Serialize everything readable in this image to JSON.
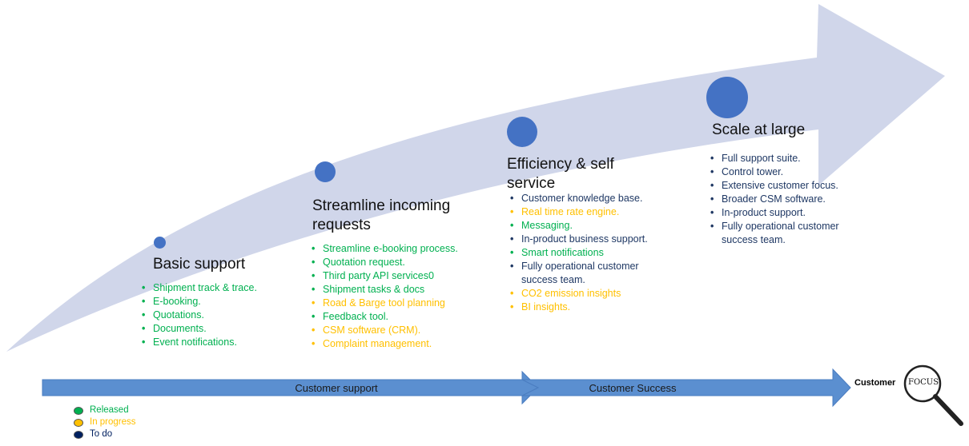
{
  "stages": [
    {
      "title": "Basic support",
      "items": [
        {
          "text": "Shipment track & trace.",
          "status": "released"
        },
        {
          "text": "E-booking.",
          "status": "released"
        },
        {
          "text": "Quotations.",
          "status": "released"
        },
        {
          "text": "Documents.",
          "status": "released"
        },
        {
          "text": "Event notifications.",
          "status": "released"
        }
      ]
    },
    {
      "title": "Streamline incoming requests",
      "title_line1": "Streamline incoming",
      "title_line2": "requests",
      "items": [
        {
          "text": "Streamline e-booking process.",
          "status": "released"
        },
        {
          "text": "Quotation request.",
          "status": "released"
        },
        {
          "text": "Third party API services0",
          "status": "released"
        },
        {
          "text": "Shipment tasks & docs",
          "status": "released"
        },
        {
          "text": "Road & Barge tool planning",
          "status": "in_progress"
        },
        {
          "text": "Feedback tool.",
          "status": "released"
        },
        {
          "text": "CSM software (CRM).",
          "status": "in_progress"
        },
        {
          "text": "Complaint management.",
          "status": "in_progress"
        }
      ]
    },
    {
      "title": "Efficiency & self service",
      "title_line1": "Efficiency & self",
      "title_line2": "service",
      "items": [
        {
          "text": "Customer knowledge base.",
          "status": "todo"
        },
        {
          "text": "Real time rate engine.",
          "status": "in_progress"
        },
        {
          "text": "Messaging.",
          "status": "released"
        },
        {
          "text": "In-product business support.",
          "status": "todo"
        },
        {
          "text": "Smart notifications",
          "status": "released"
        },
        {
          "text": "Fully operational customer",
          "status": "todo"
        },
        {
          "text": "CO2 emission insights",
          "status": "in_progress"
        },
        {
          "text": "BI insights.",
          "status": "in_progress"
        }
      ],
      "item_6_cont": "success team."
    },
    {
      "title": "Scale at large",
      "items": [
        {
          "text": "Full support suite.",
          "status": "todo"
        },
        {
          "text": "Control tower.",
          "status": "todo"
        },
        {
          "text": "Extensive customer focus.",
          "status": "todo"
        },
        {
          "text": "Broader CSM software.",
          "status": "todo"
        },
        {
          "text": "In-product support.",
          "status": "todo"
        },
        {
          "text": "Fully operational customer",
          "status": "todo"
        }
      ],
      "item_6_cont": "success team."
    }
  ],
  "timeline": {
    "segment1": "Customer support",
    "segment2": "Customer Success",
    "end_label": "Customer",
    "logo_text": "FOCUS"
  },
  "legend": [
    {
      "label": "Released",
      "color": "#00b050"
    },
    {
      "label": "In progress",
      "color": "#ffc000"
    },
    {
      "label": "To do",
      "color": "#002060"
    }
  ],
  "colors": {
    "released": "#00b050",
    "in_progress": "#ffc000",
    "todo": "#1f3864",
    "arrow_fill": "#d0d6ea",
    "timeline_bar": "#5b8fd0",
    "dot": "#4472c4"
  }
}
